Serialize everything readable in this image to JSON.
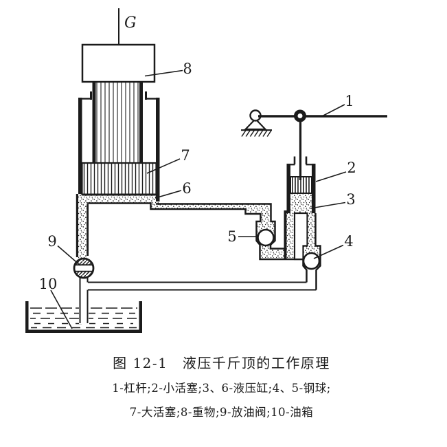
{
  "figure": {
    "force_label": "G",
    "caption": "图 12-1　液压千斤顶的工作原理",
    "legend_line_1": "1-杠杆;2-小活塞;3、6-液压缸;4、5-钢球;",
    "legend_line_2": "7-大活塞;8-重物;9-放油阀;10-油箱",
    "labels": {
      "lever": "1",
      "small_piston": "2",
      "pump_cylinder": "3",
      "suction_ball": "4",
      "delivery_ball": "5",
      "main_cylinder": "6",
      "large_piston": "7",
      "weight": "8",
      "release_valve": "9",
      "oil_tank": "10"
    },
    "ink_color": "#1b1b1b"
  }
}
